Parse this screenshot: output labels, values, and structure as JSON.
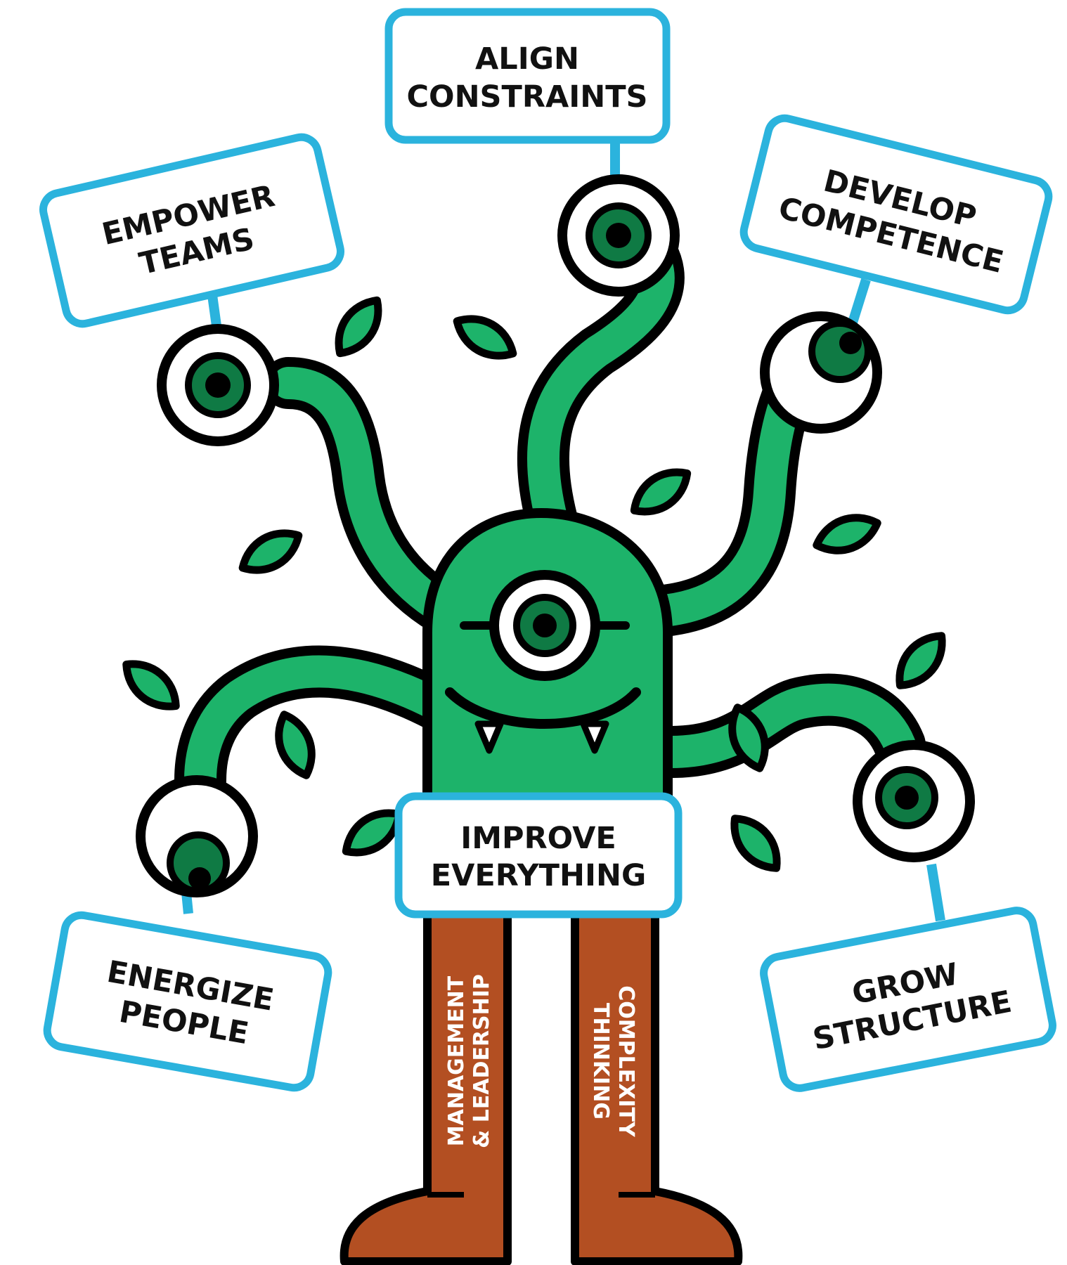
{
  "colors": {
    "sign_border": "#2bb3dd",
    "body_green": "#1db36a",
    "eye_green": "#0f7a44",
    "leg_brown": "#b34f22",
    "outline": "#000000"
  },
  "signs": {
    "align_constraints": {
      "line1": "ALIGN",
      "line2": "CONSTRAINTS"
    },
    "empower_teams": {
      "line1": "EMPOWER",
      "line2": "TEAMS"
    },
    "develop_competence": {
      "line1": "DEVELOP",
      "line2": "COMPETENCE"
    },
    "improve_everything": {
      "line1": "IMPROVE",
      "line2": "EVERYTHING"
    },
    "energize_people": {
      "line1": "ENERGIZE",
      "line2": "PEOPLE"
    },
    "grow_structure": {
      "line1": "GROW",
      "line2": "STRUCTURE"
    }
  },
  "legs": {
    "left": {
      "line1": "MANAGEMENT",
      "line2": "& LEADERSHIP"
    },
    "right": {
      "line1": "COMPLEXITY",
      "line2": "THINKING"
    }
  }
}
